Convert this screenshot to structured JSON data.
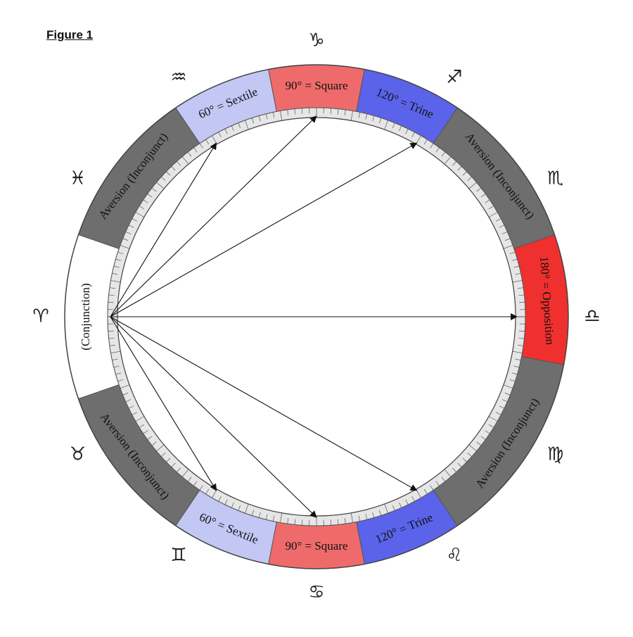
{
  "title": "Figure 1",
  "segments": [
    {
      "id": "conjunction",
      "label": "(Conjunction)",
      "color": "#ffffff",
      "start": 161,
      "end": 199
    },
    {
      "id": "aversion-aquarius-side",
      "label": "Aversion (Inconjunct)",
      "color": "#6e6e6e",
      "start": 124,
      "end": 161
    },
    {
      "id": "sextile-top",
      "label": "60° = Sextile",
      "color": "#c3c7f4",
      "start": 101,
      "end": 124
    },
    {
      "id": "square-top",
      "label": "90° = Square",
      "color": "#ef6b6b",
      "start": 79,
      "end": 101
    },
    {
      "id": "trine-top",
      "label": "120° = Trine",
      "color": "#5b63ea",
      "start": 56,
      "end": 79
    },
    {
      "id": "aversion-scorpio",
      "label": "Aversion (Inconjunct)",
      "color": "#6e6e6e",
      "start": 19,
      "end": 56
    },
    {
      "id": "opposition",
      "label": "180° = Opposition",
      "color": "#f0302e",
      "start": -11,
      "end": 19
    },
    {
      "id": "aversion-virgo",
      "label": "Aversion (Inconjunct)",
      "color": "#6e6e6e",
      "start": -56,
      "end": -11
    },
    {
      "id": "trine-bottom",
      "label": "120° = Trine",
      "color": "#5b63ea",
      "start": -79,
      "end": -56
    },
    {
      "id": "square-bottom",
      "label": "90° = Square",
      "color": "#ef6b6b",
      "start": -101,
      "end": -79
    },
    {
      "id": "sextile-bottom",
      "label": "60° = Sextile",
      "color": "#c3c7f4",
      "start": -124,
      "end": -101
    },
    {
      "id": "aversion-taurus",
      "label": "Aversion (Inconjunct)",
      "color": "#6e6e6e",
      "start": -161,
      "end": -124
    }
  ],
  "signs": [
    {
      "name": "aries",
      "glyph": "♈",
      "angle": 180
    },
    {
      "name": "pisces",
      "glyph": "♓",
      "angle": 150
    },
    {
      "name": "aquarius",
      "glyph": "♒",
      "angle": 120
    },
    {
      "name": "capricorn",
      "glyph": "♑",
      "angle": 90
    },
    {
      "name": "sagittarius",
      "glyph": "♐",
      "angle": 60
    },
    {
      "name": "scorpio",
      "glyph": "♏",
      "angle": 30
    },
    {
      "name": "libra",
      "glyph": "♎",
      "angle": 0
    },
    {
      "name": "virgo",
      "glyph": "♍",
      "angle": -30
    },
    {
      "name": "leo",
      "glyph": "♌",
      "angle": -60
    },
    {
      "name": "cancer",
      "glyph": "♋",
      "angle": -90
    },
    {
      "name": "gemini",
      "glyph": "♊",
      "angle": -120
    },
    {
      "name": "taurus",
      "glyph": "♉",
      "angle": -150
    }
  ],
  "arrow_targets": [
    120,
    90,
    60,
    0,
    -60,
    -90,
    -120
  ],
  "colors": {
    "ring_stroke": "#333333",
    "arrow": "#111111",
    "tick": "#555555",
    "scale_bg": "#e6e6e6"
  }
}
